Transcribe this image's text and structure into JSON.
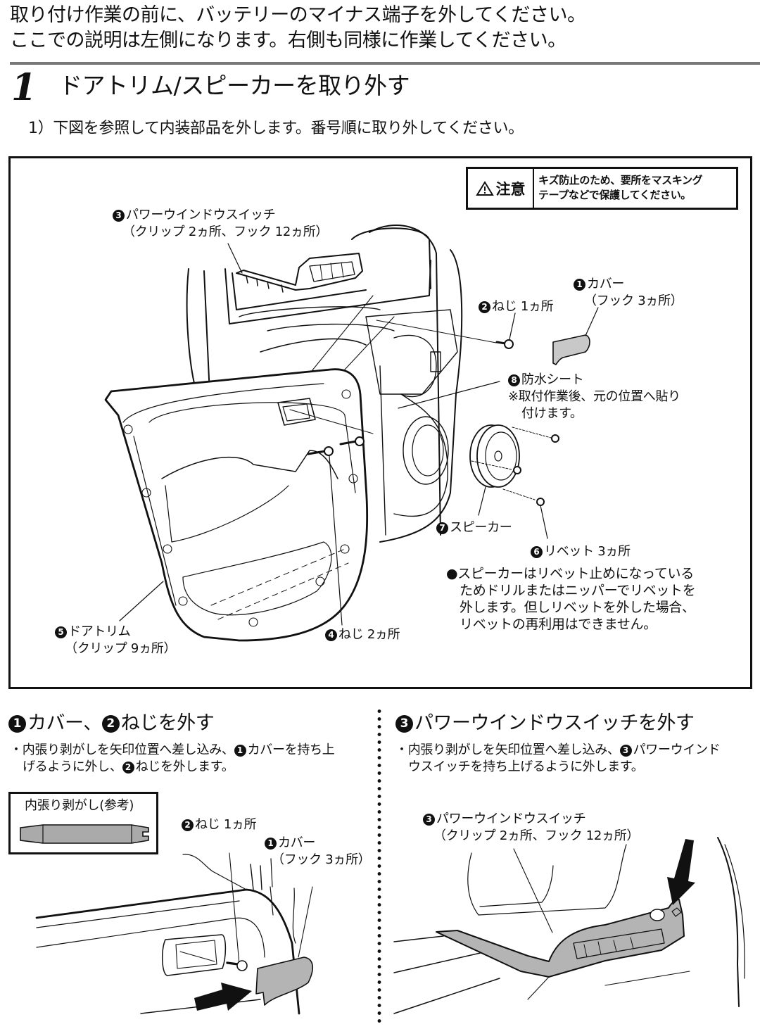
{
  "intro": {
    "line1": "取り付け作業の前に、バッテリーのマイナス端子を外してください。",
    "line2": "ここでの説明は左側になります。右側も同様に作業してください。"
  },
  "step": {
    "number": "1",
    "title": "ドアトリム/スピーカーを取り外す",
    "instruction": "1）下図を参照して内装部品を外します。番号順に取り外してください。"
  },
  "caution": {
    "icon": "warning-triangle-icon",
    "label": "注意",
    "line1": "キズ防止のため、要所をマスキング",
    "line2": "テープなどで保護してください。"
  },
  "parts": [
    {
      "num": "1",
      "name": "カバー",
      "detail": "（フック 3ヵ所）"
    },
    {
      "num": "2",
      "name": "ねじ",
      "detail": "1ヵ所"
    },
    {
      "num": "3",
      "name": "パワーウインドウスイッチ",
      "detail": "（クリップ 2ヵ所、フック 12ヵ所）"
    },
    {
      "num": "4",
      "name": "ねじ",
      "detail": "2ヵ所"
    },
    {
      "num": "5",
      "name": "ドアトリム",
      "detail": "（クリップ 9ヵ所）"
    },
    {
      "num": "6",
      "name": "リベット",
      "detail": "3ヵ所"
    },
    {
      "num": "7",
      "name": "スピーカー",
      "detail": ""
    },
    {
      "num": "8",
      "name": "防水シート",
      "detail": ""
    }
  ],
  "sheet_note": {
    "line1": "※取付作業後、元の位置へ貼り",
    "line2": "付けます。"
  },
  "rivet_note": {
    "bullet": "●",
    "lines": [
      "スピーカーはリベット止めになっている",
      "ためドリルまたはニッパーでリベットを",
      "外します。但しリベットを外した場合、",
      "リベットの再利用はできません。"
    ]
  },
  "section_left": {
    "num1": "1",
    "title_part1": "カバー、",
    "num2": "2",
    "title_part2": "ねじを外す",
    "desc_line1_a": "・内張り剥がしを矢印位置へ差し込み、",
    "desc_line1_num": "1",
    "desc_line1_b": "カバーを持ち上",
    "desc_line2_a": "げるように外し、",
    "desc_line2_num": "2",
    "desc_line2_b": "ねじを外します。",
    "tool_label": "内張り剥がし(参考)"
  },
  "section_right": {
    "num": "3",
    "title": "パワーウインドウスイッチを外す",
    "desc_line1_a": "・内張り剥がしを矢印位置へ差し込み、",
    "desc_line1_num": "3",
    "desc_line1_b": "パワーウインド",
    "desc_line2": "ウスイッチを持ち上げるように外します。"
  },
  "colors": {
    "part_gray": "#b4b4b4",
    "rule_gray": "#777777",
    "ink": "#111111"
  }
}
